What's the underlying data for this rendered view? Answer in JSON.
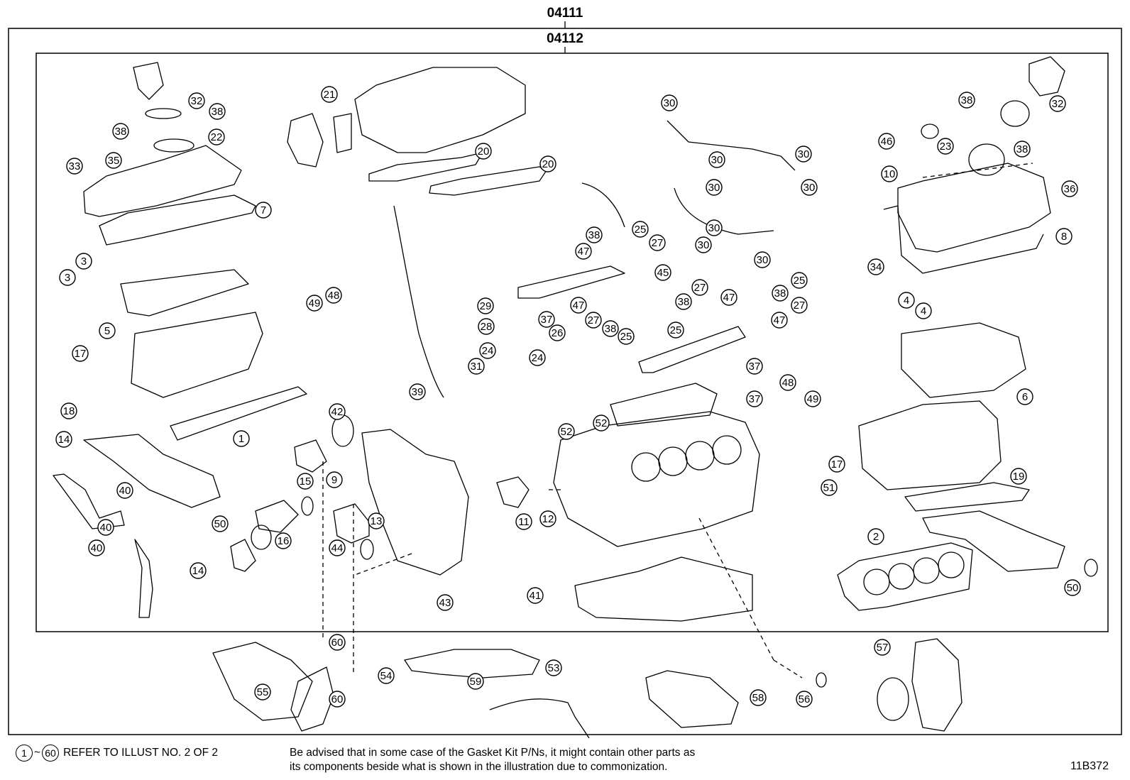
{
  "diagram": {
    "outer_assembly_code": "04111",
    "inner_assembly_code": "04112",
    "illustration_code": "11B372",
    "ref_note": {
      "range_start": "1",
      "tilde": "~",
      "range_end": "60",
      "text": "REFER TO ILLUST NO. 2 OF 2"
    },
    "advice_lines": [
      "Be advised that in some case of the Gasket Kit P/Ns, it might contain other parts as",
      "its components beside what is shown in the illustration due to commonization."
    ],
    "callouts": [
      {
        "n": "32"
      },
      {
        "n": "38"
      },
      {
        "n": "38"
      },
      {
        "n": "22"
      },
      {
        "n": "35"
      },
      {
        "n": "33"
      },
      {
        "n": "7"
      },
      {
        "n": "3"
      },
      {
        "n": "3"
      },
      {
        "n": "5"
      },
      {
        "n": "17"
      },
      {
        "n": "18"
      },
      {
        "n": "1"
      },
      {
        "n": "14"
      },
      {
        "n": "50"
      },
      {
        "n": "40"
      },
      {
        "n": "40"
      },
      {
        "n": "40"
      },
      {
        "n": "14"
      },
      {
        "n": "21"
      },
      {
        "n": "20"
      },
      {
        "n": "20"
      },
      {
        "n": "49"
      },
      {
        "n": "48"
      },
      {
        "n": "39"
      },
      {
        "n": "42"
      },
      {
        "n": "9"
      },
      {
        "n": "15"
      },
      {
        "n": "16"
      },
      {
        "n": "13"
      },
      {
        "n": "44"
      },
      {
        "n": "43"
      },
      {
        "n": "11"
      },
      {
        "n": "12"
      },
      {
        "n": "30"
      },
      {
        "n": "30"
      },
      {
        "n": "30"
      },
      {
        "n": "30"
      },
      {
        "n": "30"
      },
      {
        "n": "30"
      },
      {
        "n": "30"
      },
      {
        "n": "30"
      },
      {
        "n": "38"
      },
      {
        "n": "25"
      },
      {
        "n": "27"
      },
      {
        "n": "47"
      },
      {
        "n": "45"
      },
      {
        "n": "25"
      },
      {
        "n": "38"
      },
      {
        "n": "27"
      },
      {
        "n": "47"
      },
      {
        "n": "47"
      },
      {
        "n": "47"
      },
      {
        "n": "27"
      },
      {
        "n": "38"
      },
      {
        "n": "25"
      },
      {
        "n": "38"
      },
      {
        "n": "27"
      },
      {
        "n": "25"
      },
      {
        "n": "29"
      },
      {
        "n": "37"
      },
      {
        "n": "28"
      },
      {
        "n": "26"
      },
      {
        "n": "24"
      },
      {
        "n": "24"
      },
      {
        "n": "31"
      },
      {
        "n": "37"
      },
      {
        "n": "37"
      },
      {
        "n": "52"
      },
      {
        "n": "52"
      },
      {
        "n": "48"
      },
      {
        "n": "49"
      },
      {
        "n": "17"
      },
      {
        "n": "51"
      },
      {
        "n": "41"
      },
      {
        "n": "38"
      },
      {
        "n": "32"
      },
      {
        "n": "46"
      },
      {
        "n": "23"
      },
      {
        "n": "38"
      },
      {
        "n": "10"
      },
      {
        "n": "36"
      },
      {
        "n": "8"
      },
      {
        "n": "34"
      },
      {
        "n": "4"
      },
      {
        "n": "4"
      },
      {
        "n": "6"
      },
      {
        "n": "19"
      },
      {
        "n": "2"
      },
      {
        "n": "50"
      },
      {
        "n": "55"
      },
      {
        "n": "60"
      },
      {
        "n": "60"
      },
      {
        "n": "54"
      },
      {
        "n": "59"
      },
      {
        "n": "53"
      },
      {
        "n": "58"
      },
      {
        "n": "56"
      },
      {
        "n": "57"
      }
    ]
  }
}
